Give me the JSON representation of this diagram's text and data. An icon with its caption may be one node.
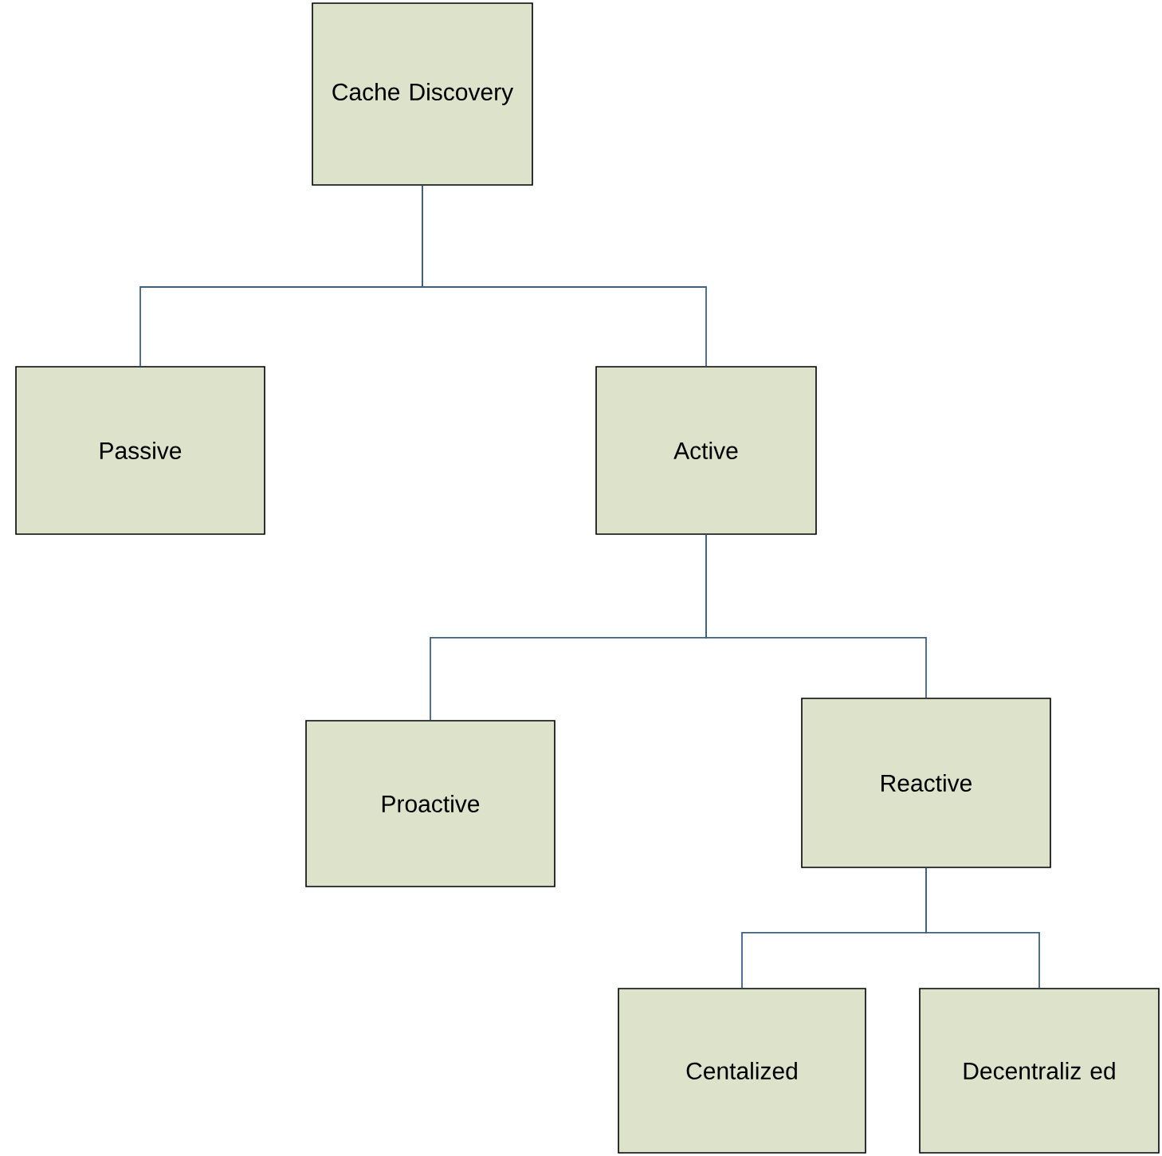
{
  "diagram": {
    "nodes": [
      {
        "text": [
          "Cache Discovery"
        ]
      },
      {
        "text": [
          "Passive"
        ]
      },
      {
        "text": [
          "Active"
        ]
      },
      {
        "text": [
          "Proactive"
        ]
      },
      {
        "text": [
          "Reactive"
        ]
      },
      {
        "text": [
          "Centalized"
        ]
      },
      {
        "text": [
          "Decentraliz ed"
        ]
      }
    ],
    "edges": [
      {
        "from": 0,
        "to": 1,
        "arrow": "none"
      },
      {
        "from": 0,
        "to": 2,
        "arrow": "none"
      },
      {
        "from": 2,
        "to": 3,
        "arrow": "none"
      },
      {
        "from": 2,
        "to": 4,
        "arrow": "none"
      },
      {
        "from": 4,
        "to": 5,
        "arrow": "none"
      },
      {
        "from": 4,
        "to": 6,
        "arrow": "none"
      }
    ]
  }
}
